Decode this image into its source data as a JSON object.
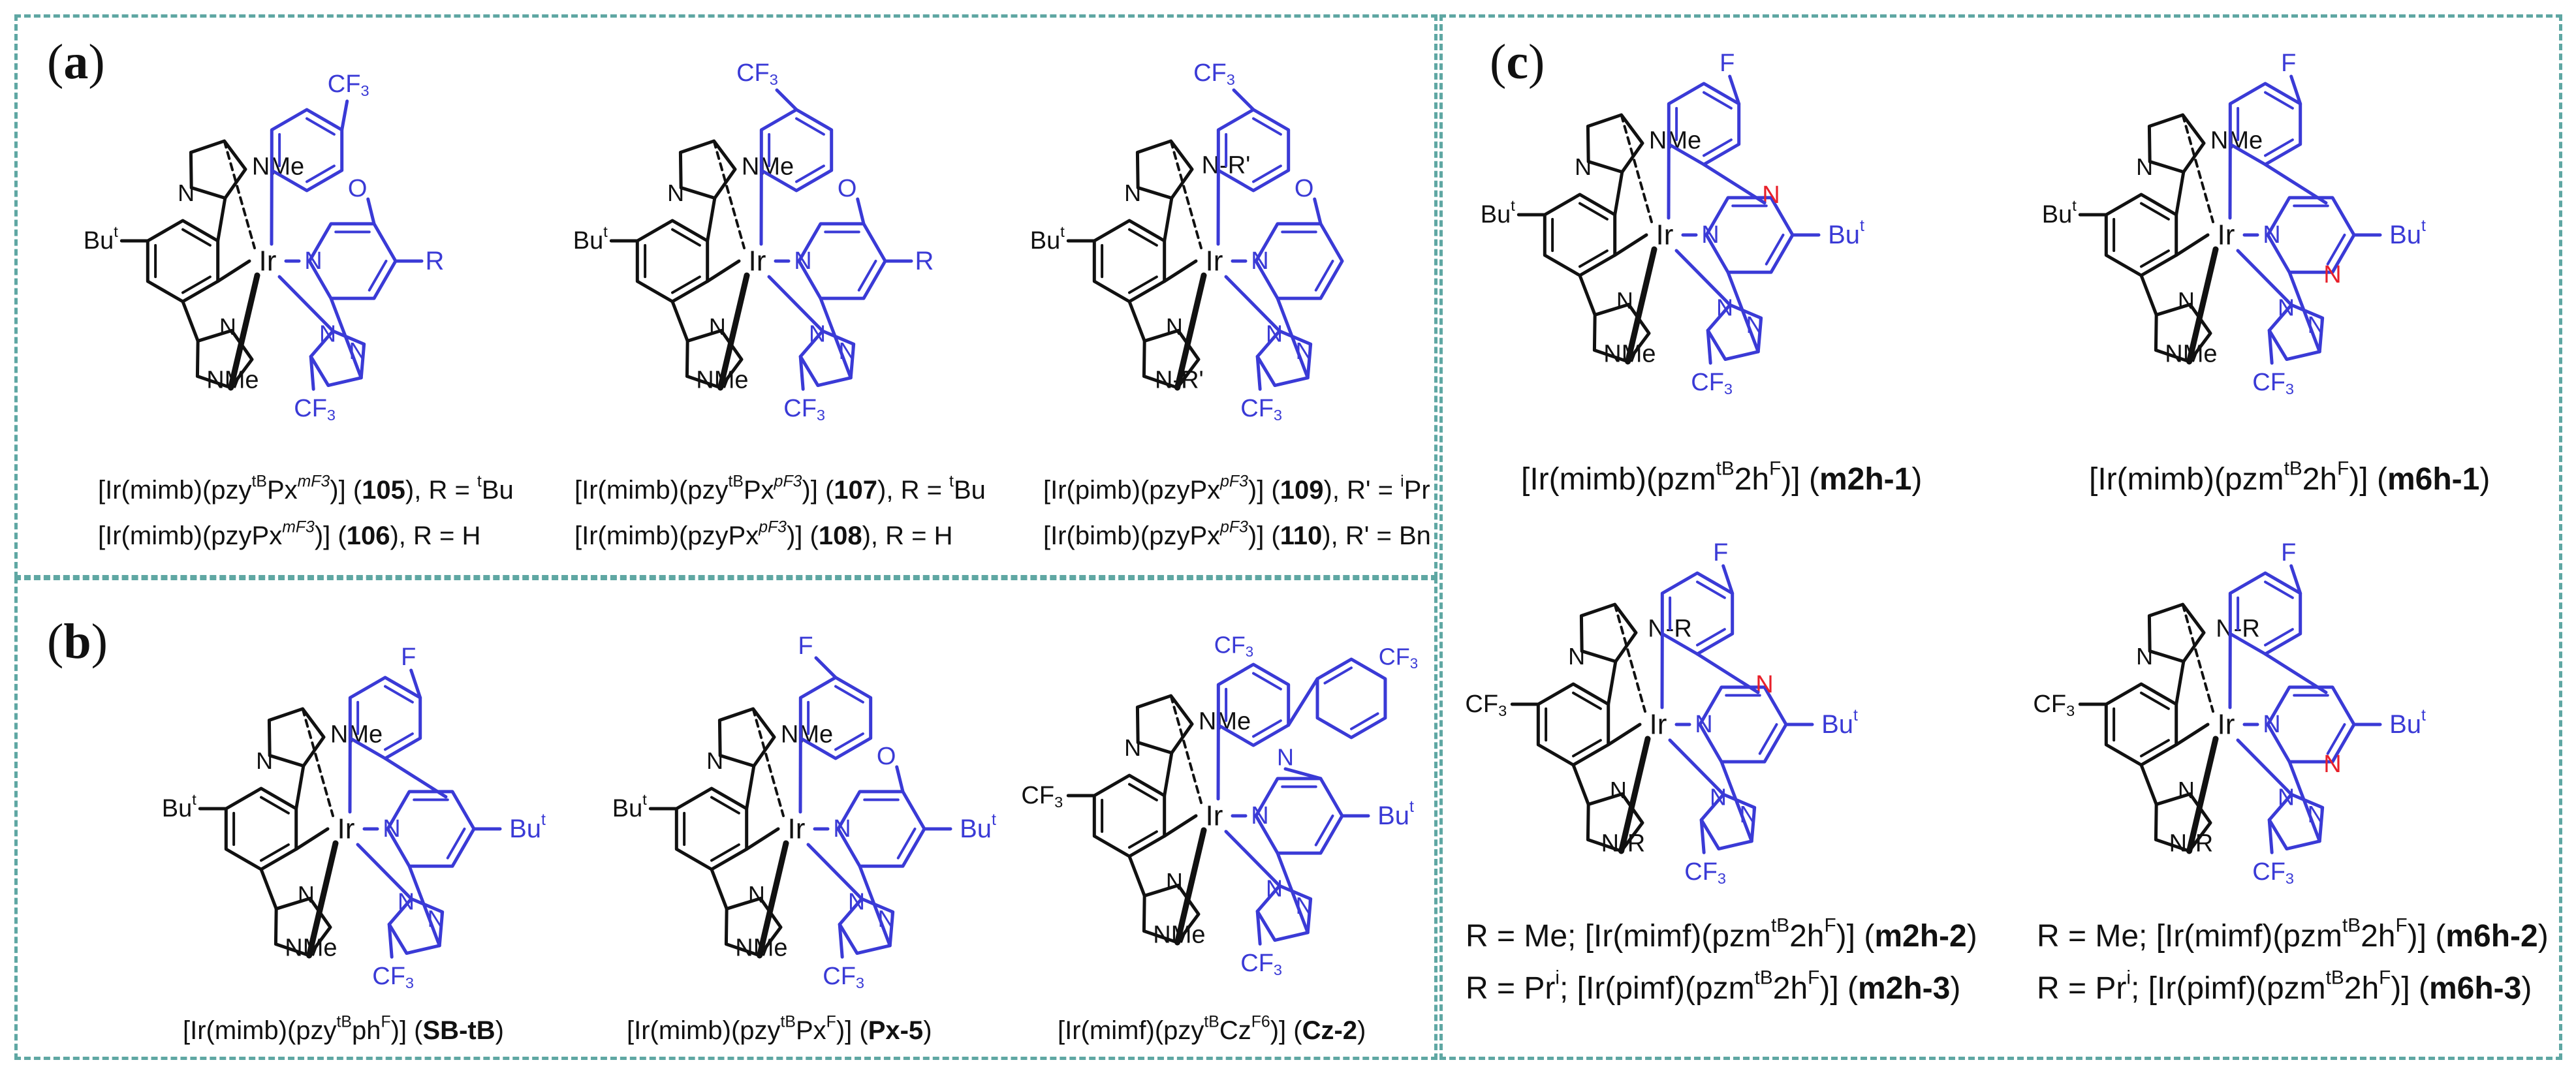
{
  "panels": {
    "a": {
      "label": "a"
    },
    "b": {
      "label": "b"
    },
    "c": {
      "label": "c"
    }
  },
  "colors": {
    "border": "#5fa7a3",
    "ligand": "#3a3ad6",
    "nitrogen_red": "#e8202a",
    "ink": "#111111"
  },
  "atoms": {
    "Ir": "Ir",
    "N": "N",
    "O": "O",
    "F": "F",
    "CF3": "CF",
    "CF3_sub": "3",
    "NMe": "NMe",
    "Bu": "Bu",
    "t": "t",
    "R": "R",
    "R_prime": "R'",
    "NR": "N-R",
    "NR_prime": "N-R'",
    "NMe_ring": "NMe"
  },
  "compounds": {
    "c105": {
      "formula_pre": "[Ir(mimb)(pzy",
      "sup1": "tB",
      "mid": "Px",
      "sup2": "mF3",
      "post": ")] (",
      "num": "105",
      "rest": "), R = ",
      "sup3": "t",
      "tail": "Bu"
    },
    "c106": {
      "formula_pre": "[Ir(mimb)(pzyPx",
      "sup2": "mF3",
      "post": ")] (",
      "num": "106",
      "rest": "), R = H"
    },
    "c107": {
      "formula_pre": "[Ir(mimb)(pzy",
      "sup1": "tB",
      "mid": "Px",
      "sup2": "pF3",
      "post": ")] (",
      "num": "107",
      "rest": "), R = ",
      "sup3": "t",
      "tail": "Bu"
    },
    "c108": {
      "formula_pre": "[Ir(mimb)(pzyPx",
      "sup2": "pF3",
      "post": ")] (",
      "num": "108",
      "rest": "), R = H"
    },
    "c109": {
      "formula_pre": "[Ir(pimb)(pzyPx",
      "sup2": "pF3",
      "post": ")] (",
      "num": "109",
      "rest": "), R' = ",
      "sup3": "i",
      "tail": "Pr"
    },
    "c110": {
      "formula_pre": "[Ir(bimb)(pzyPx",
      "sup2": "pF3",
      "post": ")] (",
      "num": "110",
      "rest": "), R' = Bn"
    },
    "sbtb": {
      "formula_pre": "[Ir(mimb)(pzy",
      "sup1": "tB",
      "mid": "ph",
      "sup2": "F",
      "post": ")] (",
      "num": "SB-tB",
      "rest": ")"
    },
    "px5": {
      "formula_pre": "[Ir(mimb)(pzy",
      "sup1": "tB",
      "mid": "Px",
      "sup2": "F",
      "post": ")] (",
      "num": "Px-5",
      "rest": ")"
    },
    "cz2": {
      "formula_pre": "[Ir(mimf)(pzy",
      "sup1": "tB",
      "mid": "Cz",
      "sup2": "F6",
      "post": ")] (",
      "num": "Cz-2",
      "rest": ")"
    },
    "m2h1": {
      "formula_pre": "[Ir(mimb)(pzm",
      "sup1": "tB",
      "mid": "2h",
      "sup2": "F",
      "post": ")] (",
      "num": "m2h-1",
      "rest": ")"
    },
    "m6h1": {
      "formula_pre": "[Ir(mimb)(pzm",
      "sup1": "tB",
      "mid": "2h",
      "sup2": "F",
      "post": ")] (",
      "num": "m6h-1",
      "rest": ")"
    },
    "m2h2": {
      "rpre": "R = Me; ",
      "formula_pre": "[Ir(mimf)(pzm",
      "sup1": "tB",
      "mid": "2h",
      "sup2": "F",
      "post": ")] (",
      "num": "m2h-2",
      "rest": ")"
    },
    "m2h3": {
      "rpre": "R = Pr",
      "rsup": "i",
      "rpost": "; ",
      "formula_pre": "[Ir(pimf)(pzm",
      "sup1": "tB",
      "mid": "2h",
      "sup2": "F",
      "post": ")] (",
      "num": "m2h-3",
      "rest": ")"
    },
    "m6h2": {
      "rpre": "R = Me; ",
      "formula_pre": "[Ir(mimf)(pzm",
      "sup1": "tB",
      "mid": "2h",
      "sup2": "F",
      "post": ")] (",
      "num": "m6h-2",
      "rest": ")"
    },
    "m6h3": {
      "rpre": "R = Pr",
      "rsup": "i",
      "rpost": "; ",
      "formula_pre": "[Ir(pimf)(pzm",
      "sup1": "tB",
      "mid": "2h",
      "sup2": "F",
      "post": ")] (",
      "num": "m6h-3",
      "rest": ")"
    }
  }
}
